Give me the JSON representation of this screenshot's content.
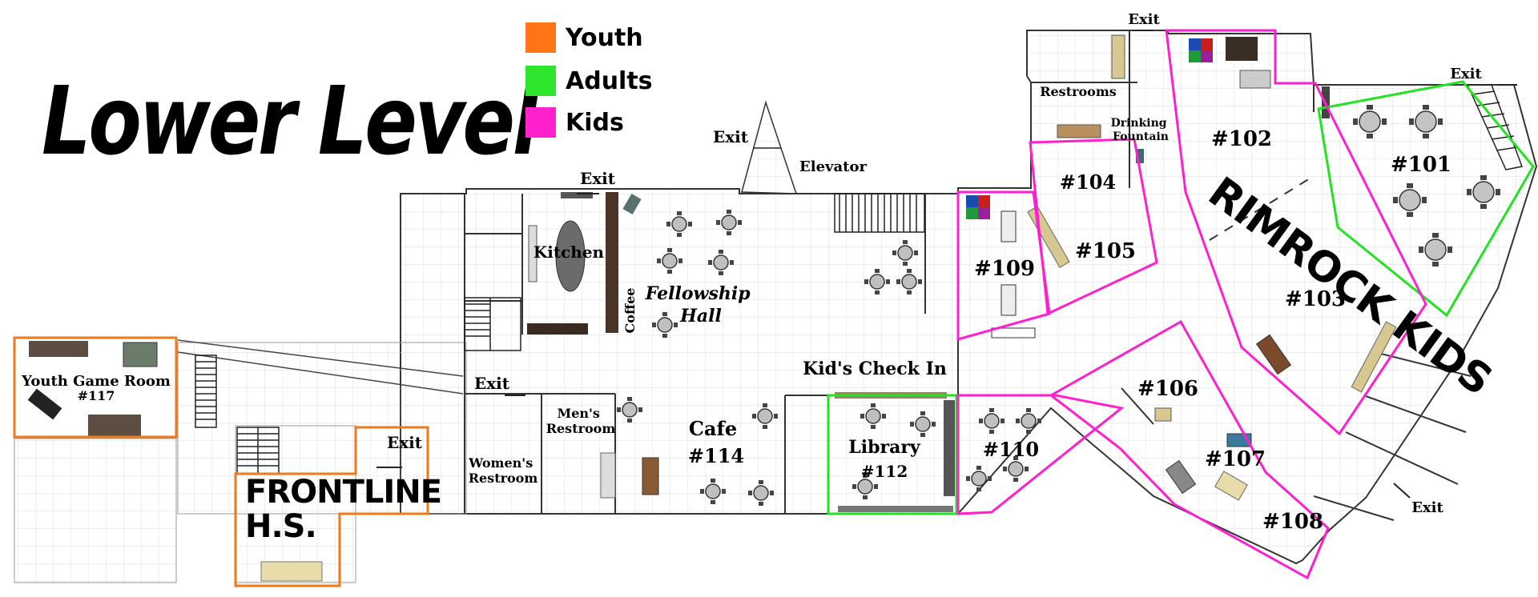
{
  "title": "Lower Level",
  "legend": [
    {
      "label": "Youth",
      "color": "#ff7518"
    },
    {
      "label": "Adults",
      "color": "#2ee62e"
    },
    {
      "label": "Kids",
      "color": "#ff22cc"
    }
  ],
  "colors": {
    "youth": "#f07a1a",
    "adults": "#22e322",
    "kids": "#ff1fcf",
    "wall": "#333333",
    "grid": "#dddddd",
    "stair": "#222222"
  },
  "rooms": {
    "youth_game_room": "Youth Game Room",
    "youth_game_room_number": "#117",
    "frontline": "FRONTLINE\nH.S.",
    "kitchen": "Kitchen",
    "coffee": "Coffee",
    "fellowship_hall": "Fellowship\nHall",
    "mens_restroom": "Men's\nRestroom",
    "womens_restroom": "Women's\nRestroom",
    "cafe": "Cafe",
    "cafe_number": "#114",
    "kids_check_in": "Kid's Check In",
    "library": "Library",
    "library_number": "#112",
    "r110": "#110",
    "r109": "#109",
    "r104": "#104",
    "r105": "#105",
    "r106": "#106",
    "r107": "#107",
    "r108": "#108",
    "r102": "#102",
    "r103": "#103",
    "r101": "#101",
    "restrooms": "Restrooms",
    "drinking_fountain": "Drinking\nFountain",
    "elevator": "Elevator",
    "rimrock_kids": "RIMROCK KIDS"
  },
  "exit_label": "Exit"
}
